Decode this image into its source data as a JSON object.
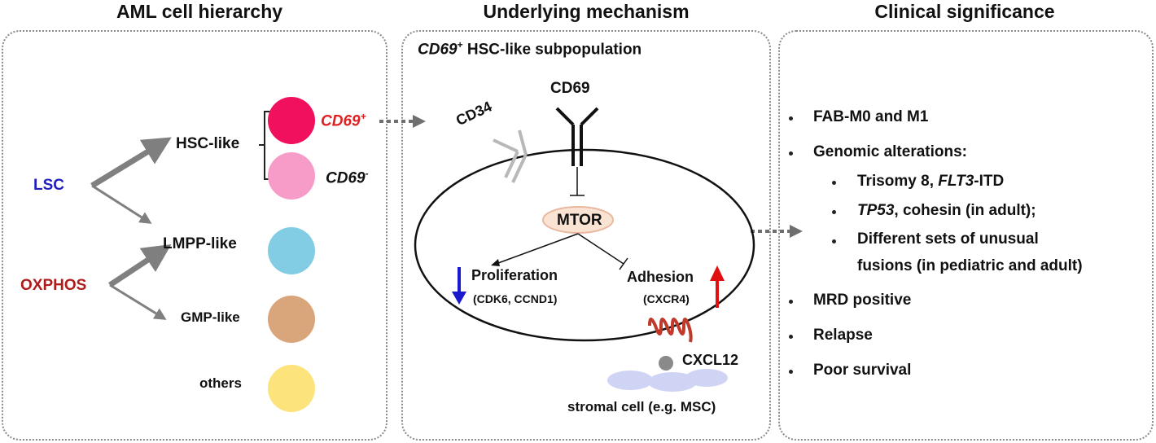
{
  "titles": {
    "hierarchy": "AML cell hierarchy",
    "mechanism": "Underlying mechanism",
    "clinical": "Clinical significance"
  },
  "hierarchy": {
    "lsc": "LSC",
    "oxphos": "OXPHOS",
    "hsc_like": "HSC-like",
    "lmpp_like": "LMPP-like",
    "gmp_like": "GMP-like",
    "others": "others",
    "cd69_pos": "CD69",
    "cd69_pos_sup": "+",
    "cd69_neg": "CD69",
    "cd69_neg_sup": "-"
  },
  "mechanism": {
    "subtitle_gene": "CD69",
    "subtitle_sup": "+",
    "subtitle_rest": " HSC-like subpopulation",
    "cd34": "CD34",
    "cd69": "CD69",
    "mtor": "MTOR",
    "proliferation": "Proliferation",
    "proliferation_genes": "(CDK6, CCND1)",
    "adhesion": "Adhesion",
    "adhesion_genes": "(CXCR4)",
    "cxcl12": "CXCL12",
    "stromal": "stromal cell (e.g. MSC)"
  },
  "clinical": {
    "fab": "FAB-M0 and M1",
    "genomic": "Genomic alterations:",
    "trisomy_pre": "Trisomy 8, ",
    "trisomy_gene": "FLT3",
    "trisomy_post": "-ITD",
    "tp53_gene": "TP53",
    "tp53_post": ", cohesin (in adult);",
    "diff_line1": "Different sets of unusual",
    "diff_line2": "fusions (in pediatric and adult)",
    "mrd": "MRD positive",
    "relapse": "Relapse",
    "survival": "Poor survival"
  },
  "colors": {
    "lsc": "#1f1fbf",
    "oxphos": "#b01c1c",
    "cd69_pos_text": "#e02020",
    "circle_cd69_pos": "#f0105e",
    "circle_cd69_neg": "#f79cc8",
    "circle_lmpp": "#82cce4",
    "circle_gmp": "#d9a57a",
    "circle_others": "#fde37c",
    "arrow_down": "#1a1acc",
    "arrow_up": "#e01010",
    "mtor_fill": "#fae3d3",
    "receptor": "#c0392b",
    "stromal": "#cfd4f5"
  }
}
